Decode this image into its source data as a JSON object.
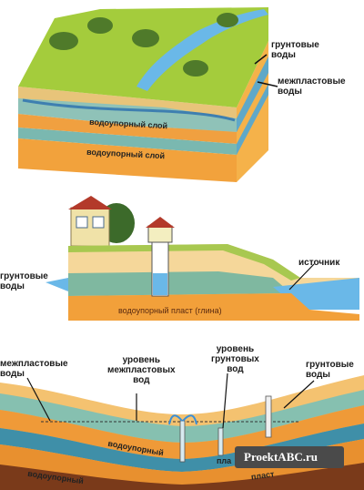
{
  "panel1": {
    "groundwater": "грунтовые\nводы",
    "interstratal": "межпластовые\nводы",
    "layer1": "водоупорный слой",
    "layer2": "водоупорный слой"
  },
  "panel2": {
    "groundwater": "грунтовые\nводы",
    "spring": "источник",
    "layer": "водоупорный  пласт  (глина)"
  },
  "panel3": {
    "interstratal": "межпластовые\nводы",
    "level_interstratal": "уровень\nмежпластовых\nвод",
    "level_ground": "уровень\nгрунтовых\nвод",
    "groundwater": "грунтовые\nводы",
    "layer_a": "водоупорный",
    "layer_b": "водоупорный",
    "layer_c": "пласт",
    "layer_d": "пла"
  },
  "watermark": "ProektABC.ru",
  "colors": {
    "grass": "#9ec83a",
    "water": "#5fb4e0",
    "clay": "#f0a03a",
    "aquifer": "#7fb8a8",
    "soil": "#f5d79a"
  }
}
